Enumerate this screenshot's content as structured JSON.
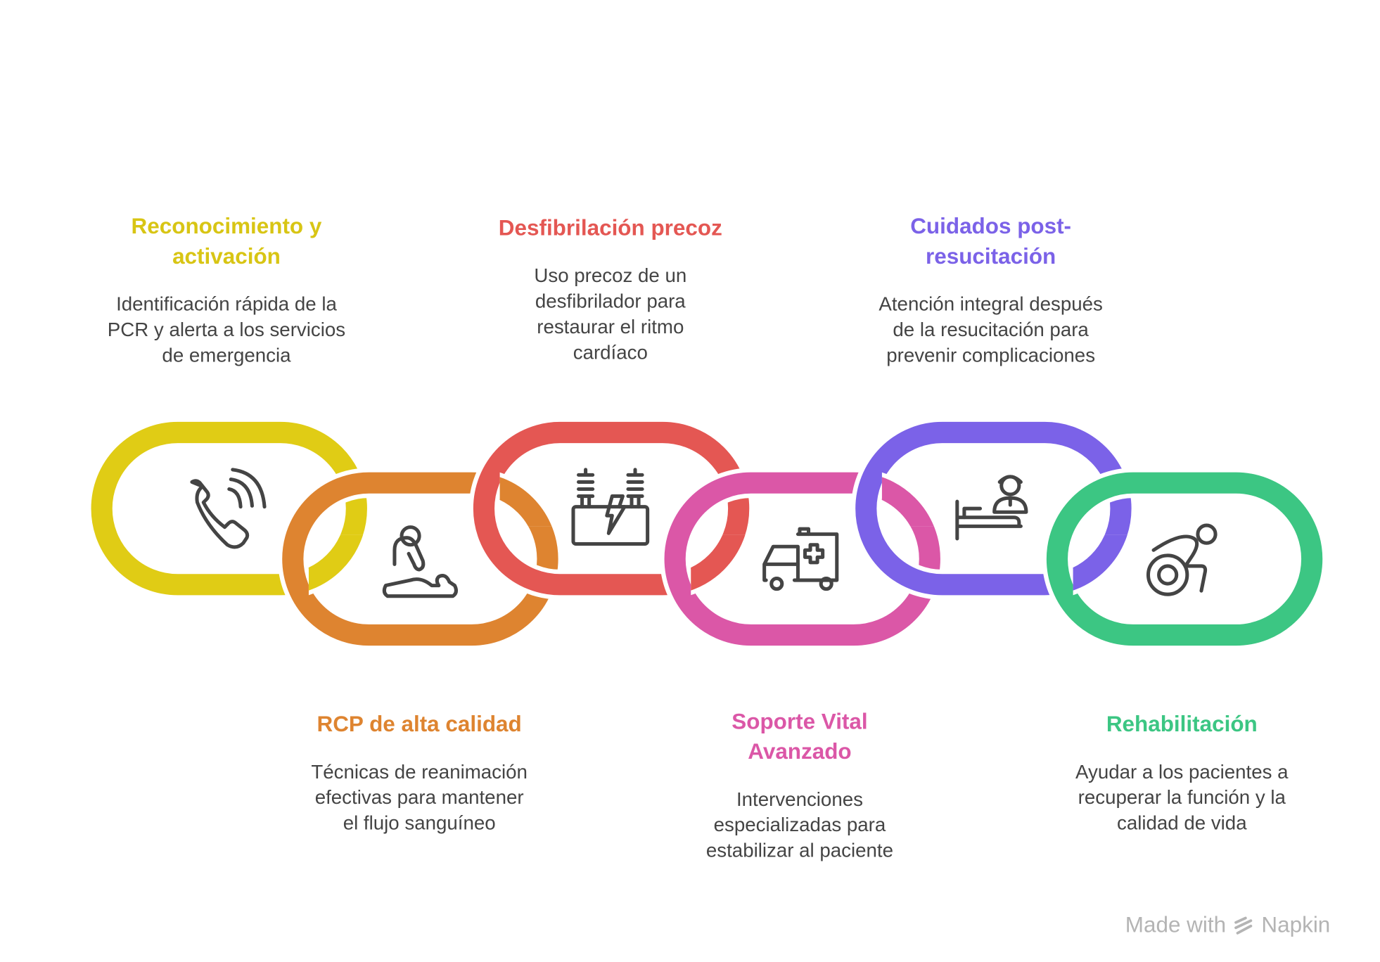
{
  "steps": [
    {
      "title": [
        "Reconocimiento y",
        "activación"
      ],
      "desc": [
        "Identificación rápida de la",
        "PCR y alerta a los servicios",
        "de emergencia"
      ],
      "color": "#E0CC15",
      "title_color": "#D8C514",
      "icon": "phone-icon"
    },
    {
      "title": [
        "RCP de alta calidad"
      ],
      "desc": [
        "Técnicas de reanimación",
        "efectivas para mantener",
        "el flujo sanguíneo"
      ],
      "color": "#DE8430",
      "title_color": "#DE8430",
      "icon": "cpr-icon"
    },
    {
      "title": [
        "Desfibrilación precoz"
      ],
      "desc": [
        "Uso precoz de un",
        "desfibrilador para",
        "restaurar el ritmo",
        "cardíaco"
      ],
      "color": "#E45753",
      "title_color": "#E45753",
      "icon": "defibrillator-icon"
    },
    {
      "title": [
        "Soporte Vital",
        "Avanzado"
      ],
      "desc": [
        "Intervenciones",
        "especializadas para",
        "estabilizar al paciente"
      ],
      "color": "#DB57A7",
      "title_color": "#DB57A7",
      "icon": "ambulance-icon"
    },
    {
      "title": [
        "Cuidados post-",
        "resucitación"
      ],
      "desc": [
        "Atención integral después",
        "de la resucitación para",
        "prevenir complicaciones"
      ],
      "color": "#7B62E8",
      "title_color": "#7B62E8",
      "icon": "nurse-bed-icon"
    },
    {
      "title": [
        "Rehabilitación"
      ],
      "desc": [
        "Ayudar a los pacientes a",
        "recuperar la función y la",
        "calidad de vida"
      ],
      "color": "#3CC683",
      "title_color": "#3CC683",
      "icon": "wheelchair-icon"
    }
  ],
  "watermark": {
    "made_with": "Made with",
    "brand": "Napkin"
  }
}
